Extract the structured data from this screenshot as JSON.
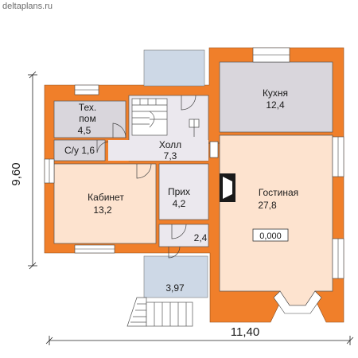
{
  "watermark": "deltaplans.ru",
  "dimensions": {
    "height": "9,60",
    "width": "11,40"
  },
  "rooms": {
    "tech_name_1": "Тех.",
    "tech_name_2": "пом",
    "tech_area": "4,5",
    "kitchen_name": "Кухня",
    "kitchen_area": "12,4",
    "wc": "С/у 1,6",
    "hall_name": "Холл",
    "hall_area": "7,3",
    "office_name": "Кабинет",
    "office_area": "13,2",
    "entry_name": "Прих",
    "entry_area": "4,2",
    "living_name": "Гостиная",
    "living_area": "27,8",
    "closet_area": "2,4",
    "porch_area": "3,97"
  },
  "level_mark": "0,000",
  "colors": {
    "wall": "#f07f2a",
    "room_gray": "#d9d6dc",
    "room_peach": "#fde3cf",
    "floor_light": "#ebe8ee",
    "porch_blue": "#cdd8e6"
  }
}
